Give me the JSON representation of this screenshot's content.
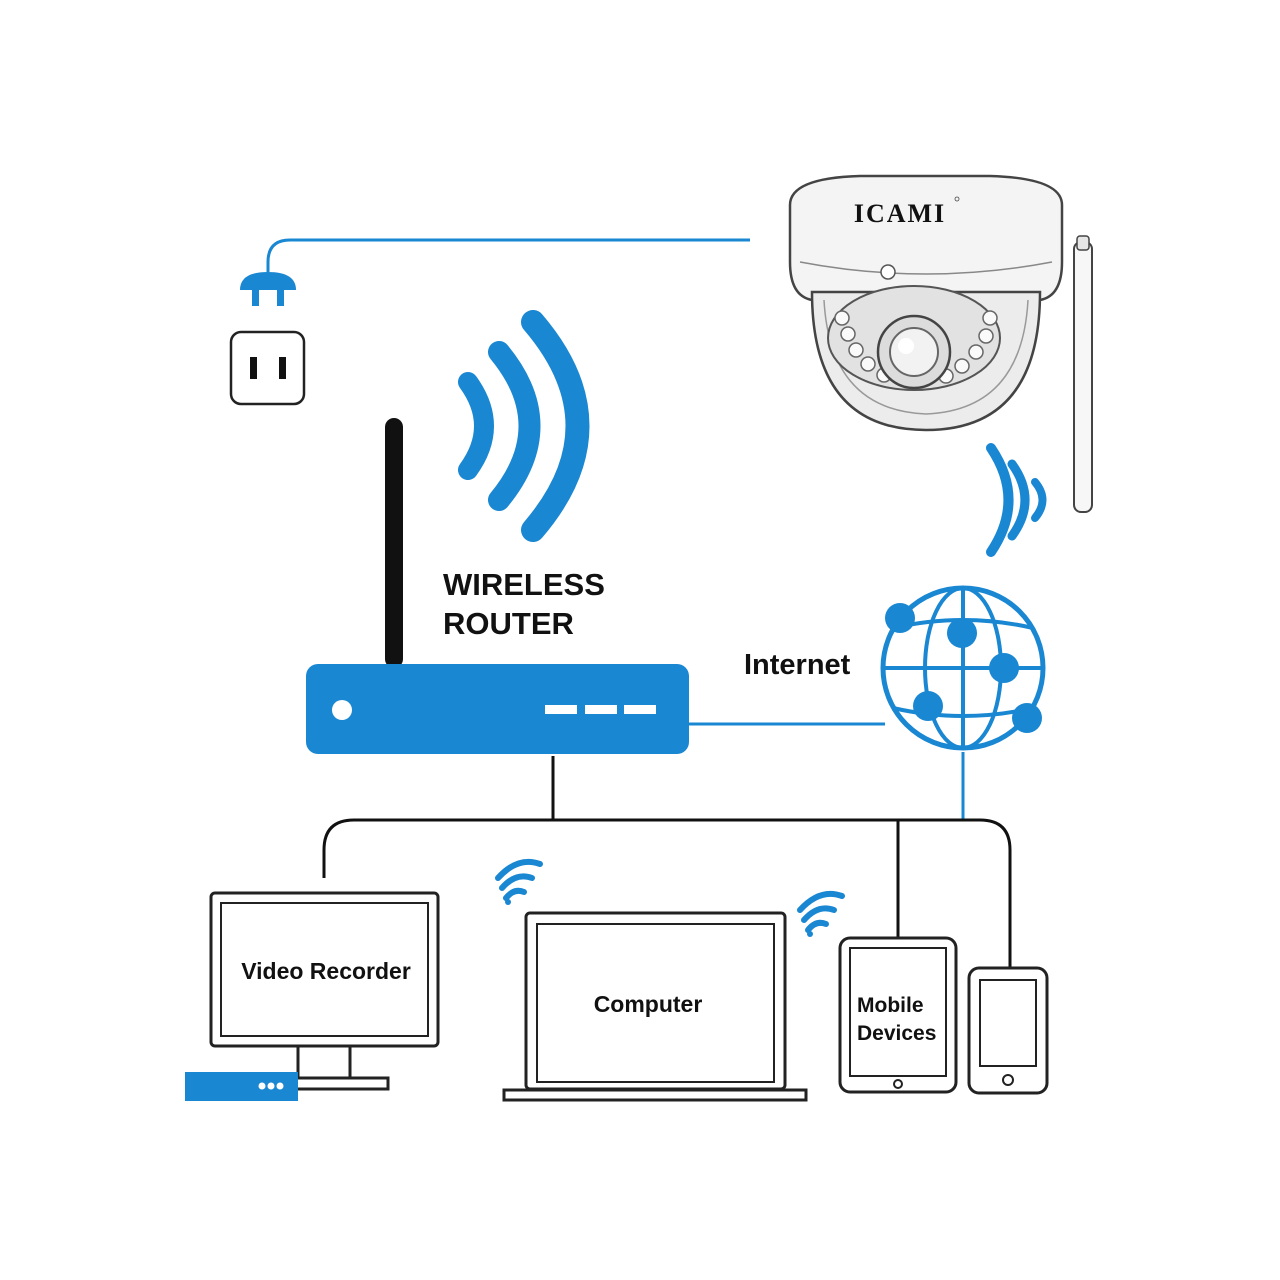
{
  "brand": "ICAMI",
  "labels": {
    "router_line1": "WIRELESS",
    "router_line2": "ROUTER",
    "internet": "Internet",
    "video_recorder": "Video Recorder",
    "computer": "Computer",
    "mobile_line1": "Mobile",
    "mobile_line2": "Devices"
  },
  "colors": {
    "accent": "#1a87d2",
    "line": "#111111",
    "camera_body": "#f4f4f4"
  },
  "icons": [
    "power-plug-icon",
    "wall-outlet-icon",
    "wifi-signal-icon",
    "globe-network-icon",
    "dome-camera-icon",
    "router-icon",
    "monitor-icon",
    "laptop-icon",
    "tablet-icon",
    "smartphone-icon"
  ]
}
